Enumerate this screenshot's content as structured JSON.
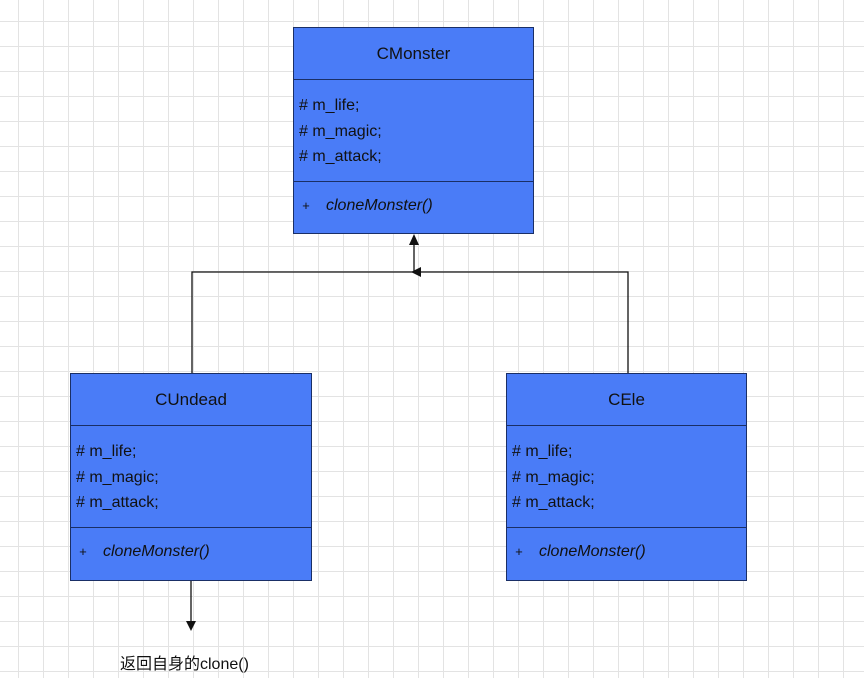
{
  "classes": {
    "monster": {
      "name": "CMonster",
      "attributes": [
        "# m_life;",
        "# m_magic;",
        "# m_attack;"
      ],
      "method": {
        "visibility": "+",
        "name": "cloneMonster()"
      }
    },
    "undead": {
      "name": "CUndead",
      "attributes": [
        "# m_life;",
        "# m_magic;",
        "# m_attack;"
      ],
      "method": {
        "visibility": "+",
        "name": "cloneMonster()"
      }
    },
    "ele": {
      "name": "CEle",
      "attributes": [
        "# m_life;",
        "# m_magic;",
        "# m_attack;"
      ],
      "method": {
        "visibility": "+",
        "name": "cloneMonster()"
      }
    }
  },
  "note": "返回自身的clone()",
  "colors": {
    "class_fill": "#4a7cf7",
    "class_border": "#1a2f66",
    "grid": "#e3e3e3"
  }
}
